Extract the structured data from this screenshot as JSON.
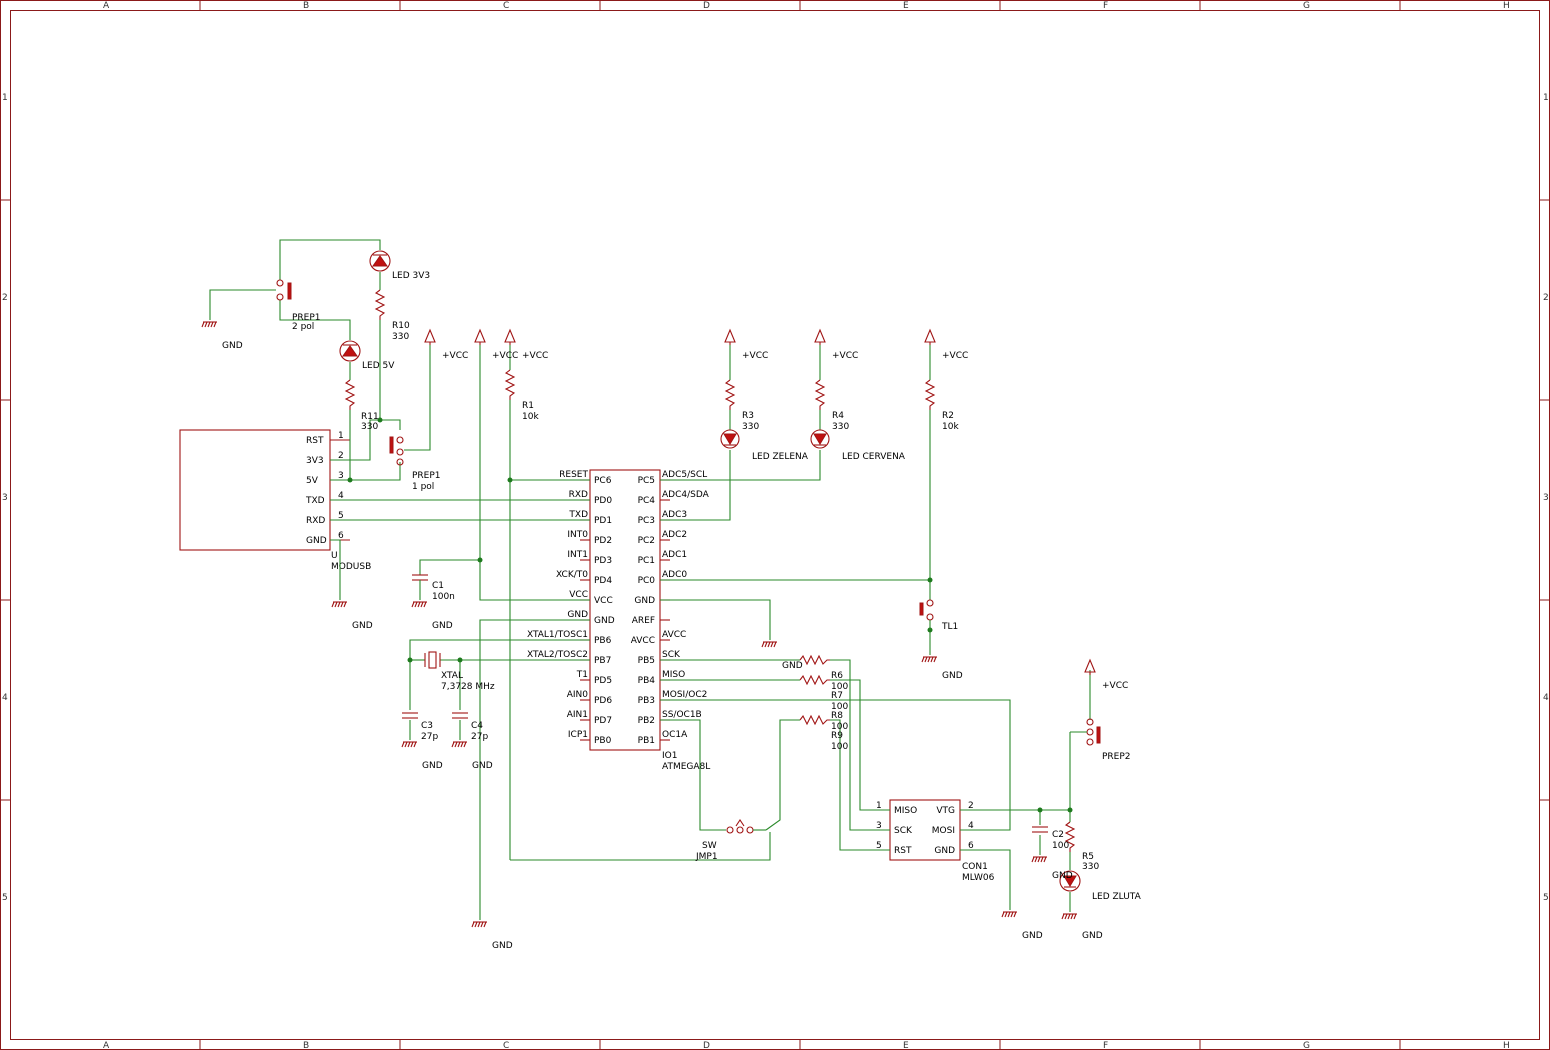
{
  "grid": {
    "cols": [
      "A",
      "B",
      "C",
      "D",
      "E",
      "F",
      "G",
      "H"
    ],
    "rows": [
      "1",
      "2",
      "3",
      "4",
      "5"
    ]
  },
  "colors": {
    "frame": "#8b1a1a",
    "wire": "#2a8a2a",
    "part": "#a01414",
    "junction": "#1d7a1d"
  },
  "usb_module": {
    "ref": "U",
    "value": "MODUSB",
    "pins": [
      {
        "name": "RST",
        "num": "1"
      },
      {
        "name": "3V3",
        "num": "2"
      },
      {
        "name": "5V",
        "num": "3"
      },
      {
        "name": "TXD",
        "num": "4"
      },
      {
        "name": "RXD",
        "num": "5"
      },
      {
        "name": "GND",
        "num": "6"
      }
    ],
    "gnd": "GND"
  },
  "mcu": {
    "ref": "IO1",
    "value": "ATMEGA8L",
    "left_pins": [
      {
        "sig": "RESET",
        "pin": "PC6"
      },
      {
        "sig": "RXD",
        "pin": "PD0"
      },
      {
        "sig": "TXD",
        "pin": "PD1"
      },
      {
        "sig": "INT0",
        "pin": "PD2"
      },
      {
        "sig": "INT1",
        "pin": "PD3"
      },
      {
        "sig": "XCK/T0",
        "pin": "PD4"
      },
      {
        "sig": "VCC",
        "pin": "VCC"
      },
      {
        "sig": "GND",
        "pin": "GND"
      },
      {
        "sig": "XTAL1/TOSC1",
        "pin": "PB6"
      },
      {
        "sig": "XTAL2/TOSC2",
        "pin": "PB7"
      },
      {
        "sig": "T1",
        "pin": "PD5"
      },
      {
        "sig": "AIN0",
        "pin": "PD6"
      },
      {
        "sig": "AIN1",
        "pin": "PD7"
      },
      {
        "sig": "ICP1",
        "pin": "PB0"
      }
    ],
    "right_pins": [
      {
        "pin": "PC5",
        "sig": "ADC5/SCL"
      },
      {
        "pin": "PC4",
        "sig": "ADC4/SDA"
      },
      {
        "pin": "PC3",
        "sig": "ADC3"
      },
      {
        "pin": "PC2",
        "sig": "ADC2"
      },
      {
        "pin": "PC1",
        "sig": "ADC1"
      },
      {
        "pin": "PC0",
        "sig": "ADC0"
      },
      {
        "pin": "GND",
        "sig": ""
      },
      {
        "pin": "AREF",
        "sig": ""
      },
      {
        "pin": "AVCC",
        "sig": "AVCC"
      },
      {
        "pin": "PB5",
        "sig": "SCK"
      },
      {
        "pin": "PB4",
        "sig": "MISO"
      },
      {
        "pin": "PB3",
        "sig": "MOSI/OC2"
      },
      {
        "pin": "PB2",
        "sig": "SS/OC1B"
      },
      {
        "pin": "PB1",
        "sig": "OC1A"
      }
    ]
  },
  "isp": {
    "ref": "CON1",
    "value": "MLW06",
    "left": [
      {
        "num": "1",
        "name": "MISO"
      },
      {
        "num": "3",
        "name": "SCK"
      },
      {
        "num": "5",
        "name": "RST"
      }
    ],
    "right": [
      {
        "num": "2",
        "name": "VTG"
      },
      {
        "num": "4",
        "name": "MOSI"
      },
      {
        "num": "6",
        "name": "GND"
      }
    ]
  },
  "labels": {
    "vcc": "+VCC",
    "gnd": "GND",
    "prep1a_ref": "PREP1",
    "prep1a_val": "2 pol",
    "prep1b_ref": "PREP1",
    "prep1b_val": "1 pol",
    "prep2_ref": "PREP2",
    "led3v3": "LED 3V3",
    "led5v": "LED 5V",
    "r10_ref": "R10",
    "r10_val": "330",
    "r11_ref": "R11",
    "r11_val": "330",
    "r1_ref": "R1",
    "r1_val": "10k",
    "r2_ref": "R2",
    "r2_val": "10k",
    "r3_ref": "R3",
    "r3_val": "330",
    "r4_ref": "R4",
    "r4_val": "330",
    "r5_ref": "R5",
    "r5_val": "330",
    "r6_ref": "R6",
    "r6_val": "100",
    "r7_ref": "R7",
    "r7_val": "100",
    "r8_ref": "R8",
    "r8_val": "100",
    "r9_ref": "R9",
    "r9_val": "100",
    "led_zelena": "LED ZELENA",
    "led_cervena": "LED CERVENA",
    "led_zluta": "LED ZLUTA",
    "c1_ref": "C1",
    "c1_val": "100n",
    "c2_ref": "C2",
    "c2_val": "100",
    "c3_ref": "C3",
    "c3_val": "27p",
    "c4_ref": "C4",
    "c4_val": "27p",
    "xtal_ref": "XTAL",
    "xtal_val": "7,3728 MHz",
    "tl1": "TL1",
    "sw_ref": "SW",
    "sw_val": "JMP1"
  }
}
